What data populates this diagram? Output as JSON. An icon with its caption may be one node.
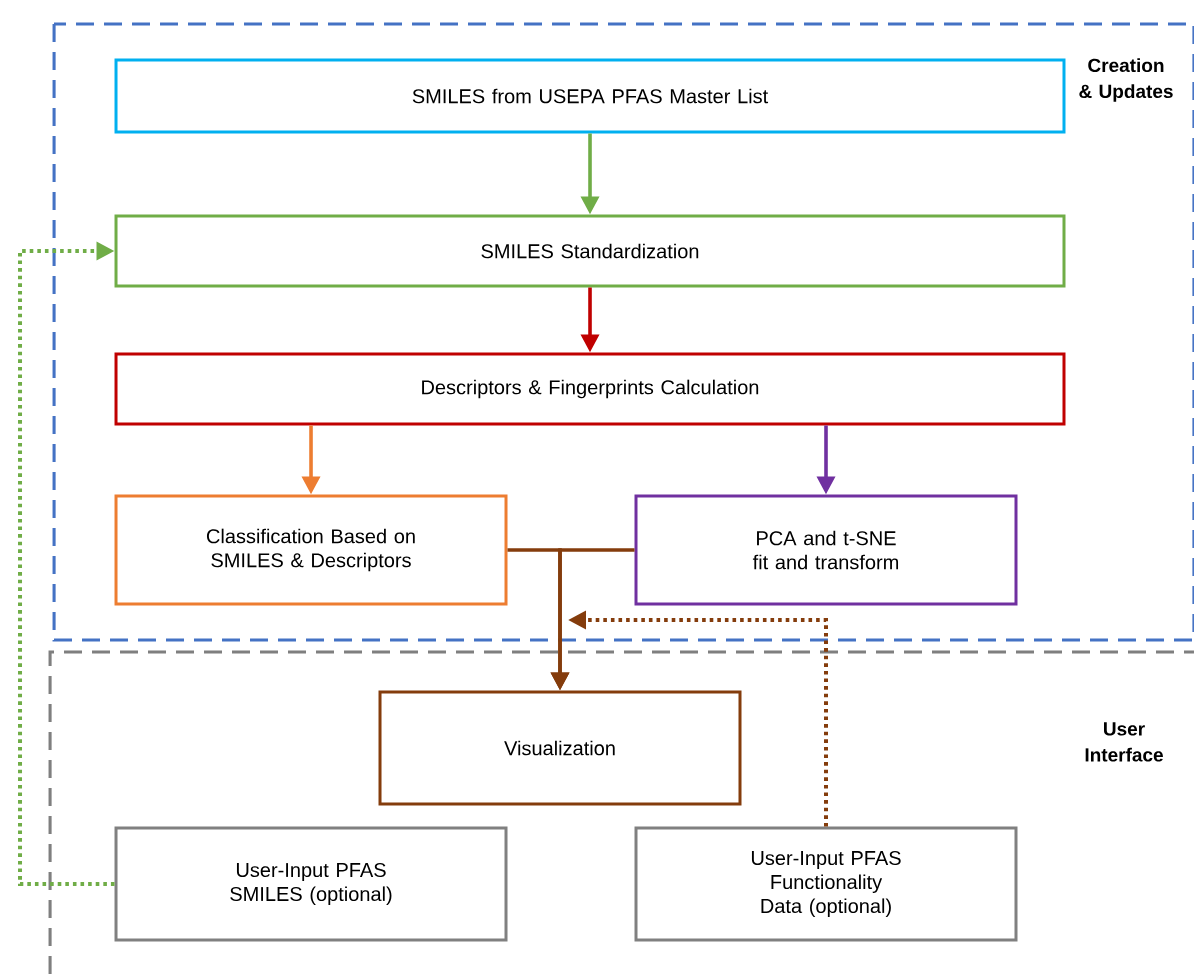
{
  "diagram": {
    "nodes": [
      {
        "text": [
          "Creation & Updates"
        ]
      },
      {
        "text": [
          "User Interface"
        ]
      },
      {
        "text": [
          "SMILES from USEPA PFAS Master List"
        ],
        "in": 0
      },
      {
        "text": [
          "SMILES Standardization"
        ],
        "in": 0
      },
      {
        "text": [
          "Descriptors & Fingerprints Calculation"
        ],
        "in": 0
      },
      {
        "text": [
          "Classification Based on SMILES & Descriptors"
        ],
        "in": 0
      },
      {
        "text": [
          "PCA and t-SNE fit and transform"
        ],
        "in": 0
      },
      {
        "text": [
          "Visualization"
        ],
        "in": 1
      },
      {
        "text": [
          "User-Input PFAS SMILES (optional)"
        ],
        "in": 1
      },
      {
        "text": [
          "User-Input PFAS Functionality Data (optional)"
        ],
        "in": 1
      }
    ],
    "edges": [
      {
        "from": 2,
        "to": 3,
        "arrow": "to",
        "color": "#70ad47"
      },
      {
        "from": 3,
        "to": 4,
        "arrow": "to",
        "color": "#c00000"
      },
      {
        "from": 4,
        "to": 5,
        "arrow": "to",
        "color": "#ed7d31"
      },
      {
        "from": 4,
        "to": 6,
        "arrow": "to",
        "color": "#7030a0"
      },
      {
        "from": 5,
        "to": 7,
        "arrow": "to",
        "color": "#843c0c"
      },
      {
        "from": 6,
        "to": 7,
        "arrow": "to",
        "color": "#843c0c"
      },
      {
        "from": 8,
        "to": 3,
        "arrow": "to",
        "style": "dashed",
        "color": "#70ad47"
      },
      {
        "from": 9,
        "to": 0,
        "arrow": "to",
        "style": "dashed",
        "color": "#843c0c"
      }
    ]
  }
}
